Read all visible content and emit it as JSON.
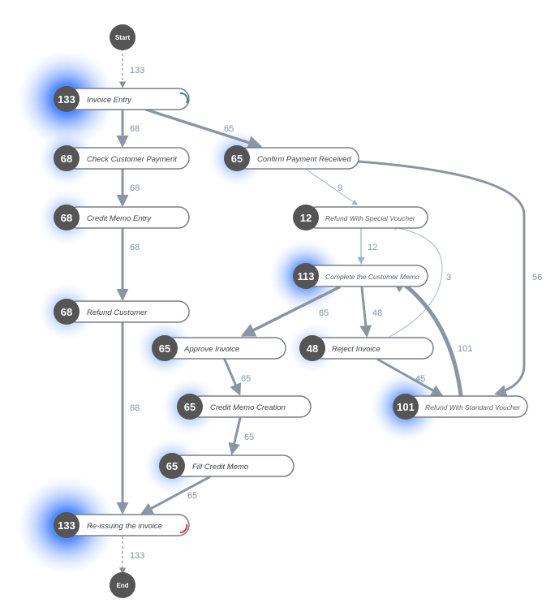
{
  "terminals": {
    "start_label": "Start",
    "end_label": "End"
  },
  "nodes": {
    "invoice_entry": {
      "name": "Invoice Entry",
      "count": "133"
    },
    "check_customer_payment": {
      "name": "Check Customer Payment",
      "count": "68"
    },
    "confirm_payment_received": {
      "name": "Confirm Payment Received",
      "count": "65"
    },
    "credit_memo_entry": {
      "name": "Credit Memo Entry",
      "count": "68"
    },
    "refund_special_voucher": {
      "name": "Refund With Special Voucher",
      "count": "12"
    },
    "complete_customer_memo": {
      "name": "Complete the Customer Memo",
      "count": "113"
    },
    "refund_customer": {
      "name": "Refund Customer",
      "count": "68"
    },
    "approve_invoice": {
      "name": "Approve Invoice",
      "count": "65"
    },
    "reject_invoice": {
      "name": "Reject Invoice",
      "count": "48"
    },
    "credit_memo_creation": {
      "name": "Credit Memo Creation",
      "count": "65"
    },
    "refund_standard_voucher": {
      "name": "Refund With Standard Voucher",
      "count": "101"
    },
    "fill_credit_memo": {
      "name": "Fill Credit Memo",
      "count": "65"
    },
    "reissuing_invoice": {
      "name": "Re-issuing the invoice",
      "count": "133"
    }
  },
  "edges": {
    "start_to_invoice_entry": "133",
    "invoice_entry_to_check_payment": "68",
    "invoice_entry_to_confirm_payment": "65",
    "check_payment_to_credit_memo_entry": "68",
    "confirm_payment_to_special_voucher": "9",
    "confirm_payment_to_standard_voucher": "56",
    "credit_memo_entry_to_refund_customer": "68",
    "special_voucher_to_complete_memo": "12",
    "reject_invoice_to_special_voucher": "3",
    "complete_memo_to_approve_invoice": "65",
    "complete_memo_to_reject_invoice": "48",
    "standard_voucher_to_complete_memo": "101",
    "refund_customer_to_reissuing": "68",
    "approve_invoice_to_credit_memo_creation": "65",
    "reject_invoice_to_standard_voucher": "45",
    "credit_memo_creation_to_fill_credit_memo": "65",
    "fill_credit_memo_to_reissuing": "65",
    "reissuing_to_end": "133"
  },
  "colors": {
    "edge": "#8a96a3",
    "node_badge": "#555555",
    "halo": "#3d7bff",
    "start_indicator": "#1a8c8c",
    "end_indicator": "#d43a3a"
  }
}
